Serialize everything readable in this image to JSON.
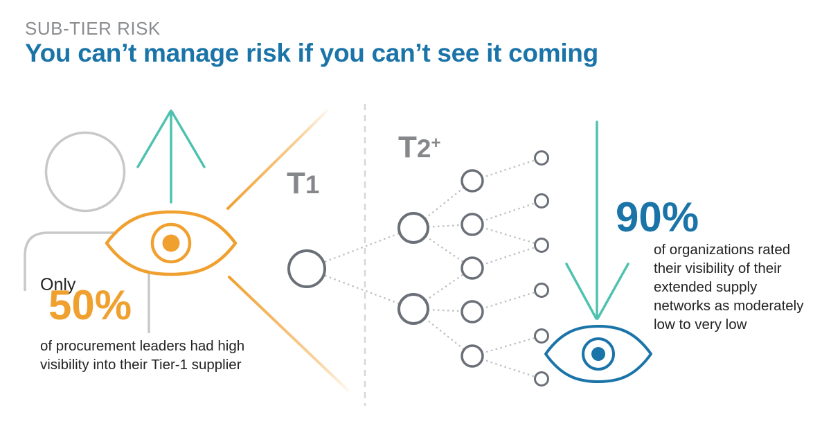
{
  "header": {
    "kicker": "SUB-TIER RISK",
    "title": "You can’t manage risk if you can’t see it coming"
  },
  "left_stat": {
    "prefix": "Only",
    "value": "50%",
    "description": "of procurement leaders had high visibility into their Tier-1 supplier"
  },
  "right_stat": {
    "value": "90%",
    "description": "of organizations rated their visibility of their extended supply networks as moderately low to very low"
  },
  "tier_labels": {
    "tier1_letter": "T",
    "tier1_digit": "1",
    "tier2_letter": "T",
    "tier2_digit": "2",
    "tier2_sup": "+"
  },
  "colors": {
    "accent_orange": "#F0A02F",
    "accent_teal": "#4FC2AF",
    "accent_blue": "#1B74A8",
    "kicker_gray": "#8A8C8F",
    "tier_label_gray": "#85878A",
    "node_gray": "#6B7078",
    "silhouette_gray": "#C7C8CA",
    "dotted_line_gray": "#BDBFC1",
    "divider_gray": "#D6D7D8",
    "text_dark": "#232323"
  }
}
